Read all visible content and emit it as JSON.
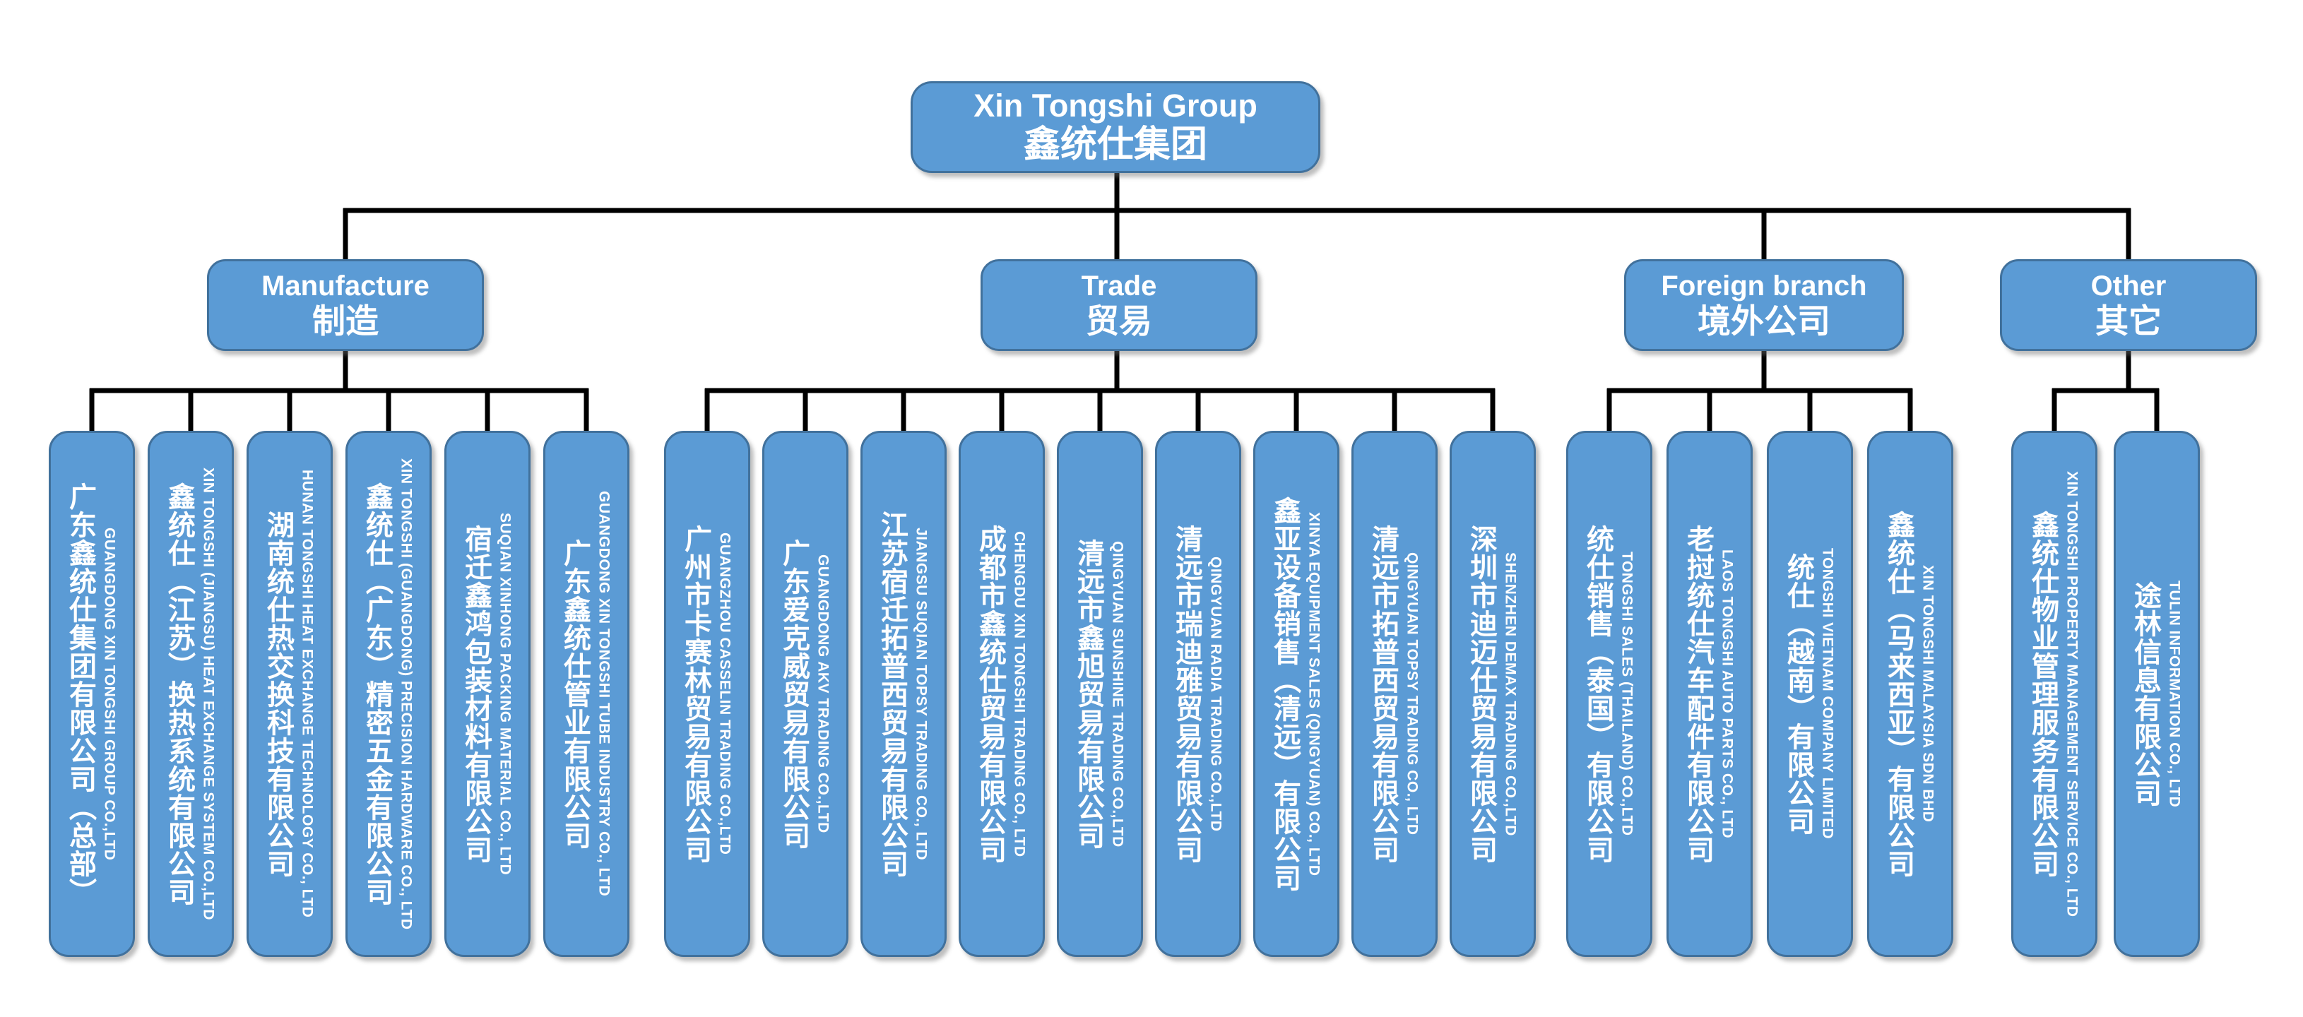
{
  "title": "Xin Tongshi Group organization chart",
  "colors": {
    "node_fill": "#5B9BD5",
    "node_border": "#41719C",
    "connector": "#000000",
    "text": "#FFFFFF",
    "background": "#FFFFFF"
  },
  "root": {
    "en": "Xin Tongshi Group",
    "zh": "鑫统仕集团"
  },
  "groups": [
    {
      "en": "Manufacture",
      "zh": "制造",
      "children": [
        {
          "zh": "广东鑫统仕集团有限公司（总部）",
          "en": "GUANGDONG XIN TONGSHI GROUP CO.,LTD"
        },
        {
          "zh": "鑫统仕（江苏）换热系统有限公司",
          "en": "XIN TONGSHI (JIANGSU) HEAT EXCHANGE SYSTEM CO.,LTD"
        },
        {
          "zh": "湖南统仕热交换科技有限公司",
          "en": "HUNAN TONGSHI HEAT EXCHANGE TECHNOLOGY CO., LTD"
        },
        {
          "zh": "鑫统仕（广东）精密五金有限公司",
          "en": "XIN TONGSHI (GUANGDONG) PRECISION HARDWARE CO., LTD"
        },
        {
          "zh": "宿迁鑫鸿包装材料有限公司",
          "en": "SUQIAN XINHONG PACKING MATERIAL CO., LTD"
        },
        {
          "zh": "广东鑫统仕管业有限公司",
          "en": "GUANGDONG XIN TONGSHI TUBE INDUSTRY CO., LTD"
        }
      ]
    },
    {
      "en": "Trade",
      "zh": "贸易",
      "children": [
        {
          "zh": "广州市卡赛林贸易有限公司",
          "en": "GUANGZHOU CASSELIN TRADING CO.,LTD"
        },
        {
          "zh": "广东爱克威贸易有限公司",
          "en": "GUANGDONG AKV TRADING CO.,LTD"
        },
        {
          "zh": "江苏宿迁拓普西贸易有限公司",
          "en": "JIANGSU SUQIAN TOPSY TRADING CO., LTD"
        },
        {
          "zh": "成都市鑫统仕贸易有限公司",
          "en": "CHENGDU XIN TONGSHI TRADING CO., LTD"
        },
        {
          "zh": "清远市鑫旭贸易有限公司",
          "en": "QINGYUAN SUNSHINE TRADING CO.,LTD"
        },
        {
          "zh": "清远市瑞迪雅贸易有限公司",
          "en": "QINGYUAN RADIA TRADING CO.,LTD"
        },
        {
          "zh": "鑫亚设备销售（清远）有限公司",
          "en": "XINYA EQUIPMENT SALES (QINGYUAN) CO., LTD"
        },
        {
          "zh": "清远市拓普西贸易有限公司",
          "en": "QINGYUAN TOPSY TRADING CO., LTD"
        },
        {
          "zh": "深圳市迪迈仕贸易有限公司",
          "en": "SHENZHEN DEMAX TRADING CO.,LTD"
        }
      ]
    },
    {
      "en": "Foreign branch",
      "zh": "境外公司",
      "children": [
        {
          "zh": "统仕销售（泰国）有限公司",
          "en": "TONGSHI SALES (THAILAND) CO.,LTD"
        },
        {
          "zh": "老挝统仕汽车配件有限公司",
          "en": "LAOS TONGSHI AUTO PARTS CO., LTD"
        },
        {
          "zh": "统仕（越南）有限公司",
          "en": "TONGSHI VIETNAM COMPANY LIMITED"
        },
        {
          "zh": "鑫统仕（马来西亚）有限公司",
          "en": "XIN TONGSHI MALAYSIA SDN BHD"
        }
      ]
    },
    {
      "en": "Other",
      "zh": "其它",
      "children": [
        {
          "zh": "鑫统仕物业管理服务有限公司",
          "en": "XIN TONGSHI PROPERTY MANAGEMENT SERVICE CO., LTD"
        },
        {
          "zh": "途林信息有限公司",
          "en": "TULIN INFORMATION CO., LTD"
        }
      ]
    }
  ]
}
